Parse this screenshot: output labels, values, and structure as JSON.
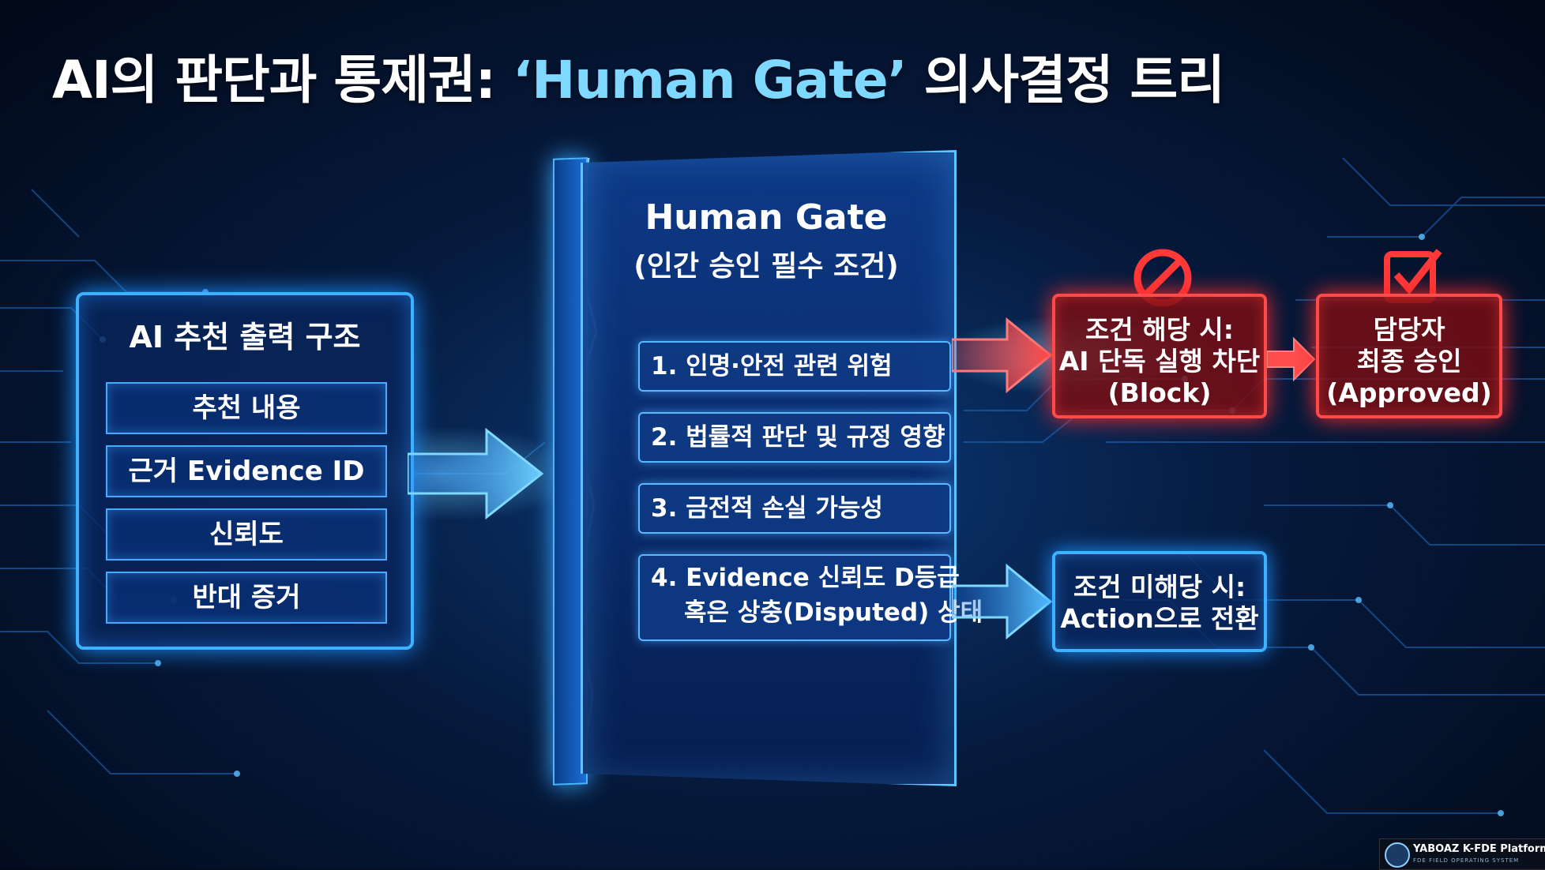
{
  "title": {
    "main": "AI의 판단과 통제권: ",
    "highlight": "‘Human Gate’",
    "rest": " 의사결정 트리"
  },
  "output_structure": {
    "title": "AI 추천 출력 구조",
    "items": [
      "추천 내용",
      "근거 Evidence ID",
      "신뢰도",
      "반대 증거"
    ]
  },
  "human_gate": {
    "title": "Human Gate",
    "subtitle": "(인간 승인 필수 조건)",
    "conditions": [
      {
        "line1": "1. 인명·안전 관련 위험"
      },
      {
        "line1": "2. 법률적 판단 및 규정 영향"
      },
      {
        "line1": "3. 금전적 손실 가능성"
      },
      {
        "line1": "4. Evidence 신뢰도 D등급",
        "line2": "혹은 상충(Disputed) 상태"
      }
    ]
  },
  "outcomes": {
    "block": {
      "lines": [
        "조건 해당 시:",
        "AI 단독 실행 차단",
        "(Block)"
      ]
    },
    "approved": {
      "lines": [
        "담당자",
        "최종 승인",
        "(Approved)"
      ]
    },
    "action": {
      "lines": [
        "조건 미해당 시:",
        "Action으로 전환"
      ]
    }
  },
  "footer": {
    "name": "YABOAZ K-FDE Platform",
    "tagline": "FDE FIELD OPERATING SYSTEM"
  },
  "colors": {
    "accent_blue": "#3fb2ff",
    "alert_red": "#ff4a4a",
    "highlight": "#7fd8ff",
    "background": "#061a3d"
  },
  "icons": {
    "block": "prohibited-icon",
    "approved": "checkbox-check-icon"
  }
}
